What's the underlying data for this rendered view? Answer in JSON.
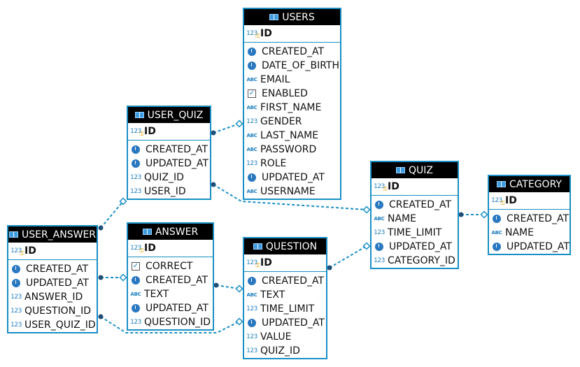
{
  "entities": {
    "users": {
      "name": "USERS",
      "pk": "ID",
      "fields": [
        {
          "type": "clock",
          "label": "CREATED_AT"
        },
        {
          "type": "clock",
          "label": "DATE_OF_BIRTH"
        },
        {
          "type": "abc",
          "label": "EMAIL"
        },
        {
          "type": "check",
          "label": "ENABLED"
        },
        {
          "type": "abc",
          "label": "FIRST_NAME"
        },
        {
          "type": "num",
          "label": "GENDER"
        },
        {
          "type": "abc",
          "label": "LAST_NAME"
        },
        {
          "type": "abc",
          "label": "PASSWORD"
        },
        {
          "type": "num",
          "label": "ROLE"
        },
        {
          "type": "clock",
          "label": "UPDATED_AT"
        },
        {
          "type": "abc",
          "label": "USERNAME"
        }
      ]
    },
    "user_quiz": {
      "name": "USER_QUIZ",
      "pk": "ID",
      "fields": [
        {
          "type": "clock",
          "label": "CREATED_AT"
        },
        {
          "type": "clock",
          "label": "UPDATED_AT"
        },
        {
          "type": "num",
          "label": "QUIZ_ID"
        },
        {
          "type": "num",
          "label": "USER_ID"
        }
      ]
    },
    "quiz": {
      "name": "QUIZ",
      "pk": "ID",
      "fields": [
        {
          "type": "clock",
          "label": "CREATED_AT"
        },
        {
          "type": "abc",
          "label": "NAME"
        },
        {
          "type": "num",
          "label": "TIME_LIMIT"
        },
        {
          "type": "clock",
          "label": "UPDATED_AT"
        },
        {
          "type": "num",
          "label": "CATEGORY_ID"
        }
      ]
    },
    "category": {
      "name": "CATEGORY",
      "pk": "ID",
      "fields": [
        {
          "type": "clock",
          "label": "CREATED_AT"
        },
        {
          "type": "abc",
          "label": "NAME"
        },
        {
          "type": "clock",
          "label": "UPDATED_AT"
        }
      ]
    },
    "user_answer": {
      "name": "USER_ANSWER",
      "pk": "ID",
      "fields": [
        {
          "type": "clock",
          "label": "CREATED_AT"
        },
        {
          "type": "clock",
          "label": "UPDATED_AT"
        },
        {
          "type": "num",
          "label": "ANSWER_ID"
        },
        {
          "type": "num",
          "label": "QUESTION_ID"
        },
        {
          "type": "num",
          "label": "USER_QUIZ_ID"
        }
      ]
    },
    "answer": {
      "name": "ANSWER",
      "pk": "ID",
      "fields": [
        {
          "type": "check",
          "label": "CORRECT"
        },
        {
          "type": "clock",
          "label": "CREATED_AT"
        },
        {
          "type": "abc",
          "label": "TEXT"
        },
        {
          "type": "clock",
          "label": "UPDATED_AT"
        },
        {
          "type": "num",
          "label": "QUESTION_ID"
        }
      ]
    },
    "question": {
      "name": "QUESTION",
      "pk": "ID",
      "fields": [
        {
          "type": "clock",
          "label": "CREATED_AT"
        },
        {
          "type": "abc",
          "label": "TEXT"
        },
        {
          "type": "num",
          "label": "TIME_LIMIT"
        },
        {
          "type": "clock",
          "label": "UPDATED_AT"
        },
        {
          "type": "num",
          "label": "VALUE"
        },
        {
          "type": "num",
          "label": "QUIZ_ID"
        }
      ]
    }
  },
  "type_glyphs": {
    "num": "123",
    "abc": "ABC",
    "clock": "",
    "check": "✓",
    "key": "123"
  },
  "colors": {
    "border": "#1a8fc4",
    "header": "#000000",
    "link": "#1a8fc4",
    "icon": "#2a78c0"
  }
}
